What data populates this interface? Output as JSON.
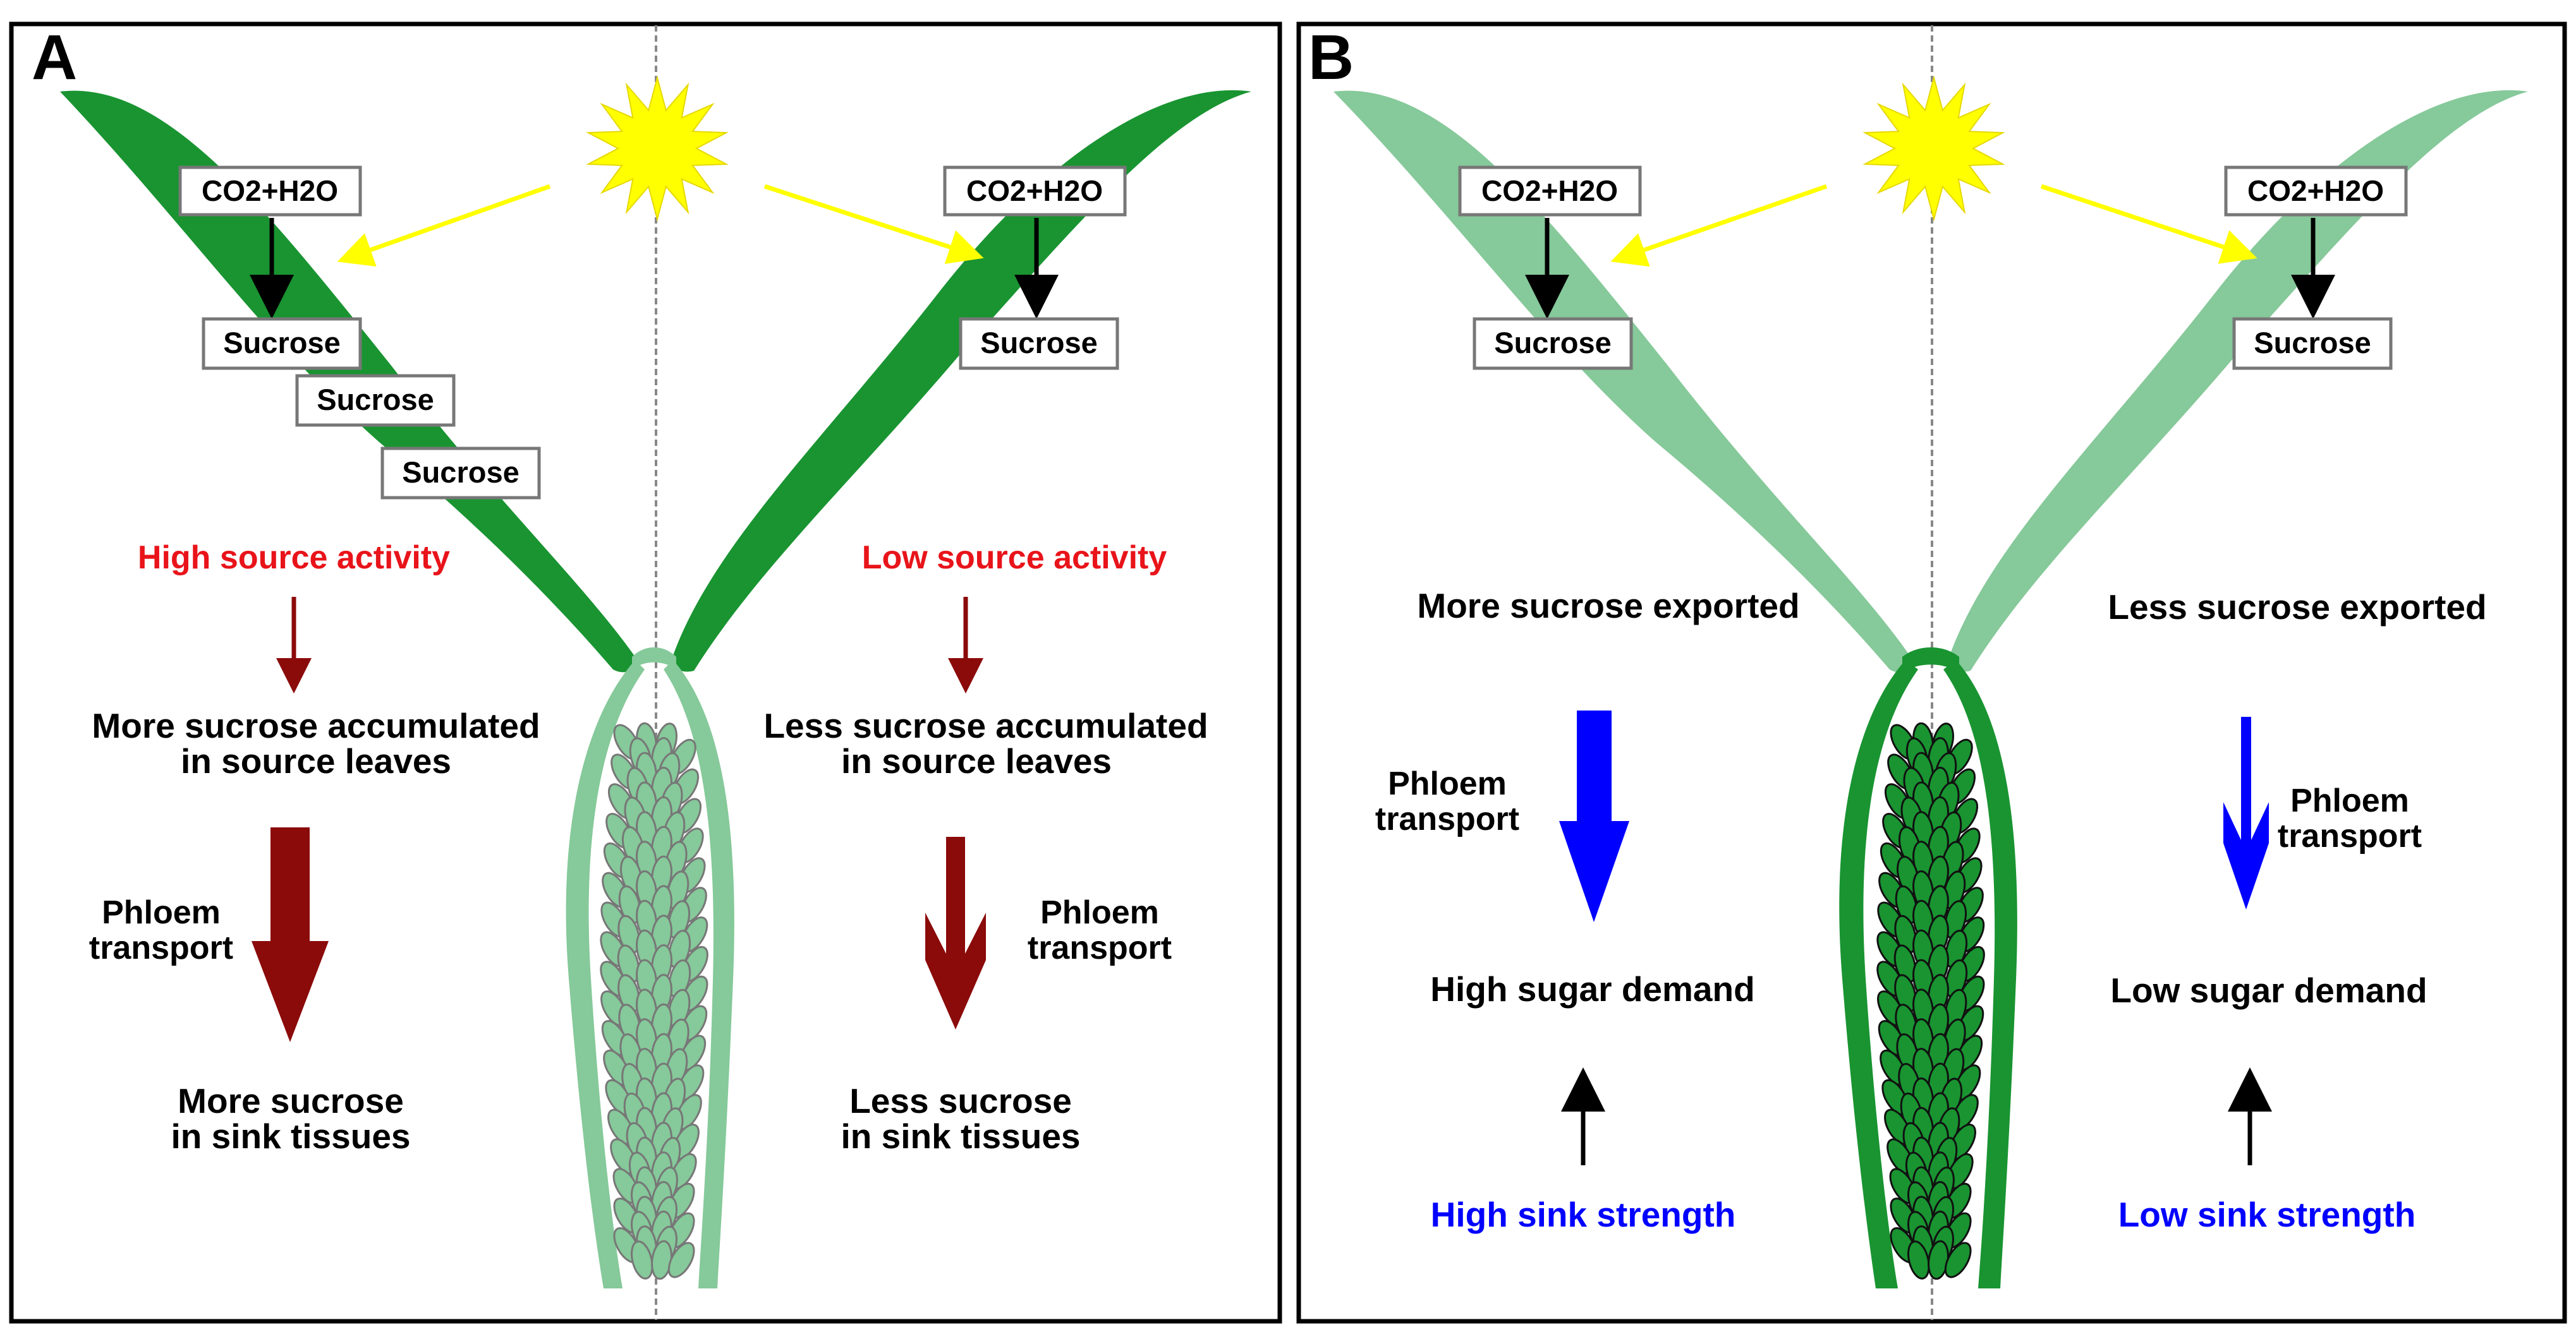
{
  "colors": {
    "dark_leaf": "#199431",
    "light_leaf": "#86c99a",
    "sun": "#ffff00",
    "sun_arrow": "#ffff00",
    "red_text": "#e8141a",
    "dark_red_arrow": "#8b0a0a",
    "blue": "#0000ff",
    "black": "#000000"
  },
  "panel_a": {
    "label": "A",
    "left": {
      "input": "CO2+H2O",
      "sucrose_boxes": [
        "Sucrose",
        "Sucrose",
        "Sucrose"
      ],
      "source_activity": "High source activity",
      "accumulated_line1": "More sucrose accumulated",
      "accumulated_line2": "in source leaves",
      "phloem_line1": "Phloem",
      "phloem_line2": "transport",
      "sink_line1": "More sucrose",
      "sink_line2": "in sink tissues"
    },
    "right": {
      "input": "CO2+H2O",
      "sucrose_boxes": [
        "Sucrose"
      ],
      "source_activity": "Low source activity",
      "accumulated_line1": "Less sucrose accumulated",
      "accumulated_line2": "in source leaves",
      "phloem_line1": "Phloem",
      "phloem_line2": "transport",
      "sink_line1": "Less sucrose",
      "sink_line2": "in sink tissues"
    }
  },
  "panel_b": {
    "label": "B",
    "left": {
      "input": "CO2+H2O",
      "sucrose": "Sucrose",
      "exported": "More sucrose exported",
      "phloem_line1": "Phloem",
      "phloem_line2": "transport",
      "demand": "High sugar demand",
      "sink_strength": "High sink strength"
    },
    "right": {
      "input": "CO2+H2O",
      "sucrose": "Sucrose",
      "exported": "Less sucrose exported",
      "phloem_line1": "Phloem",
      "phloem_line2": "transport",
      "demand": "Low sugar demand",
      "sink_strength": "Low sink strength"
    }
  }
}
